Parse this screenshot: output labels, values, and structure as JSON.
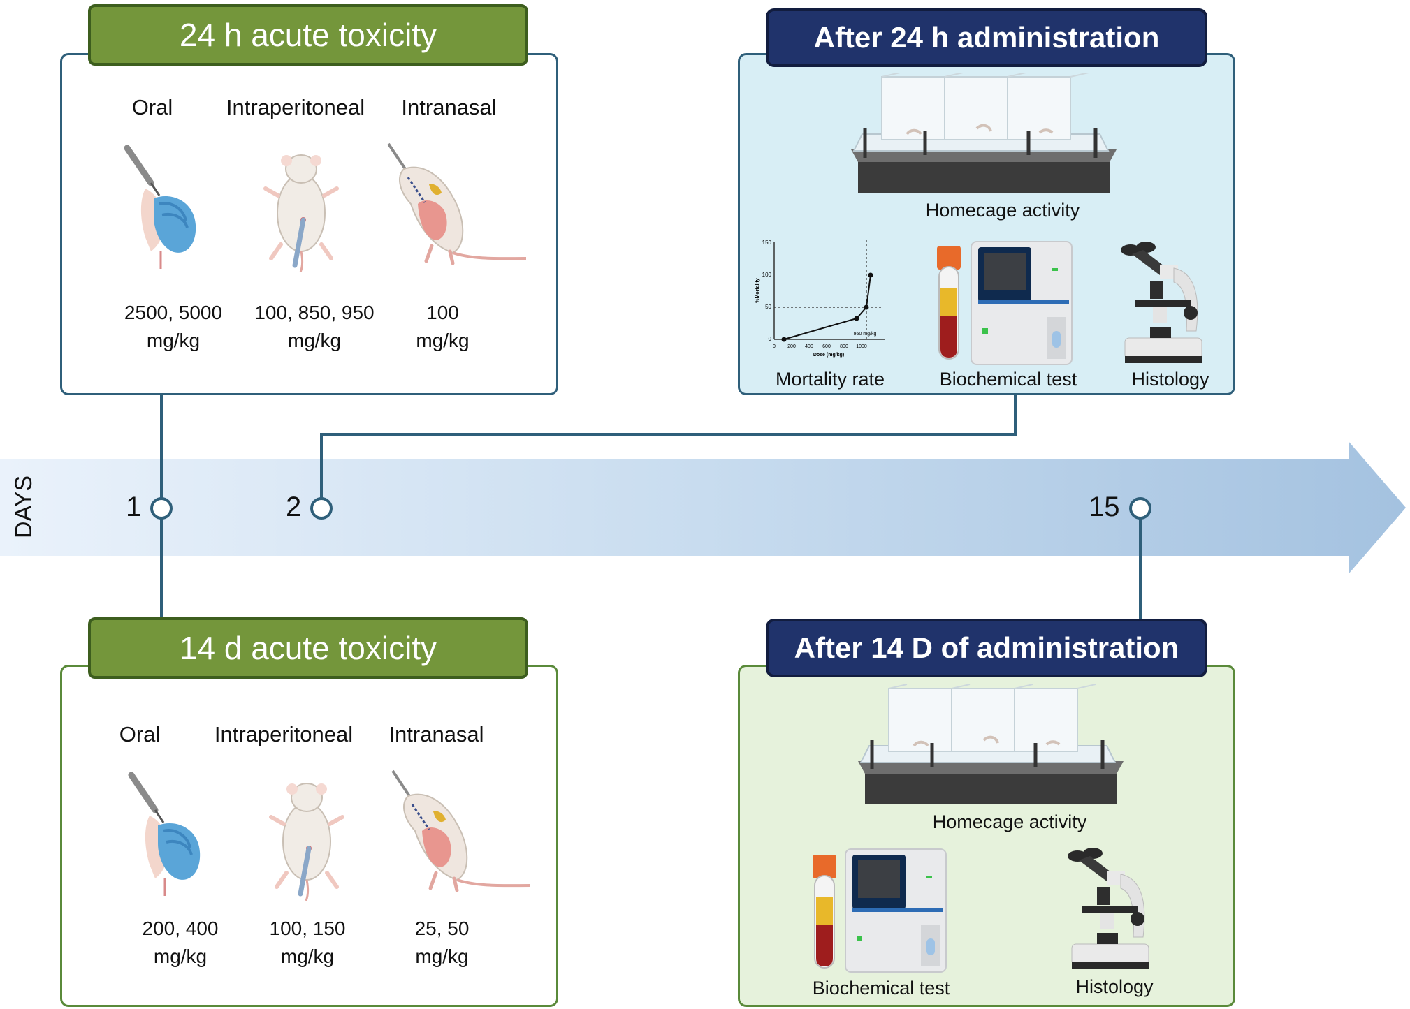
{
  "timeline": {
    "axis_label": "DAYS",
    "markers": [
      "1",
      "2",
      "15"
    ]
  },
  "acute_24h": {
    "title": "24 h acute toxicity",
    "routes": [
      {
        "name": "Oral",
        "dose": "2500, 5000",
        "unit": "mg/kg"
      },
      {
        "name": "Intraperitoneal",
        "dose": "100, 850, 950",
        "unit": "mg/kg"
      },
      {
        "name": "Intranasal",
        "dose": "100",
        "unit": "mg/kg"
      }
    ]
  },
  "acute_14d": {
    "title": "14 d acute toxicity",
    "routes": [
      {
        "name": "Oral",
        "dose": "200, 400",
        "unit": "mg/kg"
      },
      {
        "name": "Intraperitoneal",
        "dose": "100, 150",
        "unit": "mg/kg"
      },
      {
        "name": "Intranasal",
        "dose": "25, 50",
        "unit": "mg/kg"
      }
    ]
  },
  "after_24h": {
    "title": "After 24 h administration",
    "homecage": "Homecage activity",
    "mortality": "Mortality rate",
    "biochem": "Biochemical test",
    "histology": "Histology",
    "mini_chart": {
      "ylabel": "%Mortality",
      "xlabel": "Dose (mg/kg)",
      "yticks": [
        "0",
        "50",
        "100",
        "150"
      ],
      "xticks": [
        "0",
        "200",
        "400",
        "600",
        "800",
        "1000"
      ],
      "annotation": "950 mg/kg"
    }
  },
  "after_14d": {
    "title": "After 14 D of administration",
    "homecage": "Homecage activity",
    "biochem": "Biochemical test",
    "histology": "Histology"
  },
  "colors": {
    "green_header": "#74963b",
    "navy_header": "#20336b",
    "connector": "#2f5f7a",
    "panel_blue": "#d8eef5",
    "panel_green": "#e6f2dc"
  }
}
